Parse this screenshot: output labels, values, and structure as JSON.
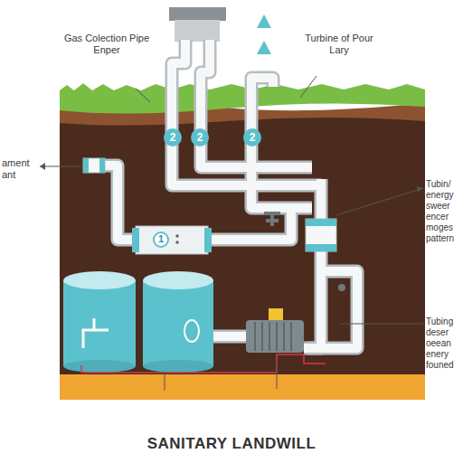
{
  "diagram": {
    "title": "SANITARY LANDWILL",
    "labels": [
      "Gas Colection Pipe Enper",
      "Turbine of Pour Lary",
      "ament ant",
      "2",
      "2",
      "2",
      "Tubin/ energy sweer encer moges pattern",
      "1",
      "Tubing deser oeean enery founed"
    ]
  }
}
